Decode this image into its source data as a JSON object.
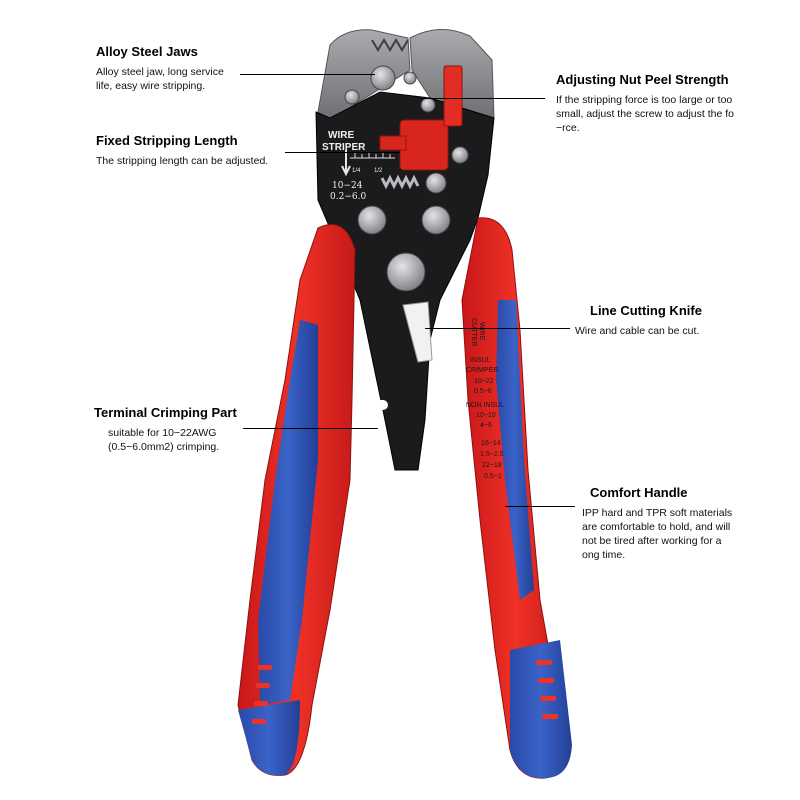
{
  "callouts": {
    "jaws": {
      "title": "Alloy Steel Jaws",
      "desc": "Alloy steel jaw, long service\nlife, easy wire stripping."
    },
    "fixed_length": {
      "title": "Fixed Stripping Length",
      "desc": "The stripping length can be adjusted."
    },
    "adjusting_nut": {
      "title": "Adjusting Nut Peel Strength",
      "desc": "If the stripping force is too large or too\nsmall, adjust the screw to adjust the fo\n−rce."
    },
    "cutting_knife": {
      "title": "Line Cutting Knife",
      "desc": "Wire and cable can be cut."
    },
    "crimping": {
      "title": "Terminal Crimping Part",
      "desc": "suitable for 10−22AWG\n(0.5−6.0mm2) crimping."
    },
    "handle": {
      "title": "Comfort Handle",
      "desc": "IPP hard and TPR soft materials\nare comfortable to hold, and will\nnot be tired after working for a\nong time."
    }
  },
  "tool_markings": {
    "wire_label_1": "WIRE",
    "wire_label_2": "STRIPER",
    "scale_1": "1/4",
    "scale_2": "1/2",
    "gauge_1": "10−24",
    "gauge_2": "0.2−6.0",
    "cutter_1": "WIRE",
    "cutter_2": "CUTTER",
    "insul_1": "INSUL",
    "insul_2": "CRIMPER",
    "insul_3": "10−22",
    "insul_4": "0.5−6",
    "non_1": "NON INSUL",
    "non_2": "10−10",
    "non_3": "4−6",
    "num_1": "16−14",
    "num_2": "1.5−2.5",
    "num_3": "22−18",
    "num_4": "0.5−1"
  },
  "colors": {
    "handle_red": "#e2251f",
    "handle_blue": "#2f54b8",
    "steel_body": "#1b1b1d",
    "jaw_steel": "#8a8c8f",
    "adjuster_red": "#d8261f"
  }
}
